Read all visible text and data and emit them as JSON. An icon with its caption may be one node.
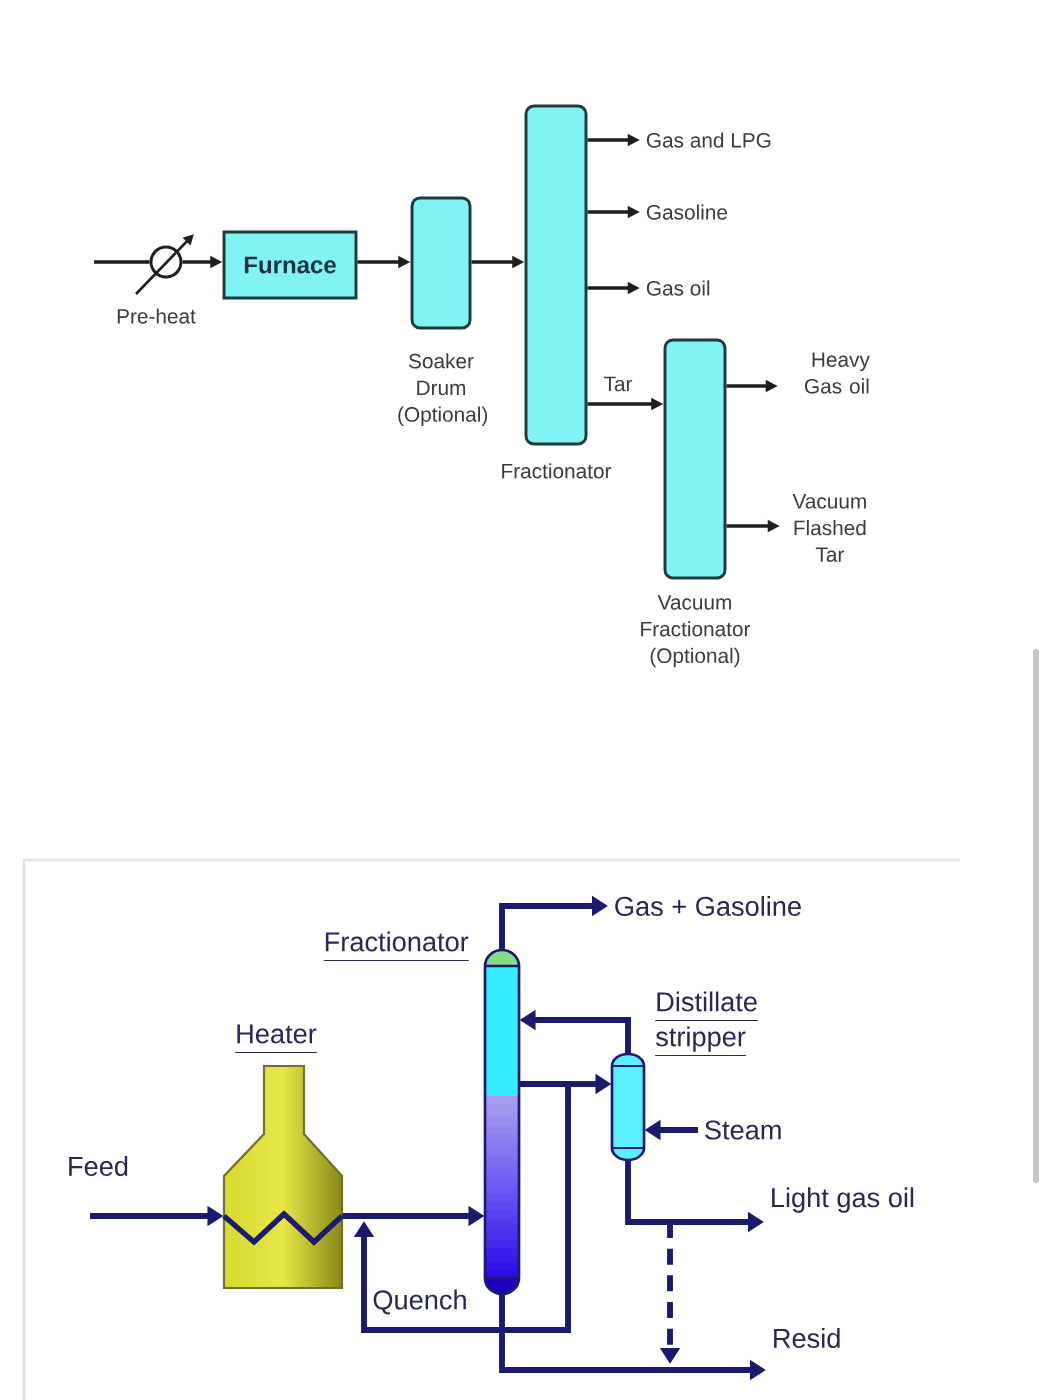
{
  "diagram": {
    "nodes": [
      {
        "text": [],
        "shape": "circle",
        "beside": [
          "Pre-heat"
        ]
      },
      {
        "text": [
          "Furnace"
        ]
      },
      {
        "text": [
          "Soaker Drum (Optional)"
        ]
      },
      {
        "text": [
          "Fractionator"
        ]
      },
      {
        "text": [
          "Gas and LPG"
        ]
      },
      {
        "text": [
          "Gasoline"
        ]
      },
      {
        "text": [
          "Gas oil"
        ]
      },
      {
        "text": [
          "Vacuum Fractionator (Optional)"
        ]
      },
      {
        "text": [
          "Heavy Gas oil"
        ]
      },
      {
        "text": [
          "Vacuum Flashed Tar"
        ]
      },
      {
        "text": [
          "Heater"
        ]
      },
      {
        "text": [
          "Fractionator"
        ]
      },
      {
        "text": [
          "Gas + Gasoline"
        ]
      },
      {
        "text": [
          "Distillate stripper"
        ]
      },
      {
        "text": [
          "Steam"
        ]
      },
      {
        "text": [
          "Light gas oil"
        ]
      },
      {
        "text": [
          "Resid"
        ]
      }
    ],
    "edges": [
      {
        "from": null,
        "to": 0,
        "arrow": "none"
      },
      {
        "from": 0,
        "to": 1,
        "arrow": "to"
      },
      {
        "from": 1,
        "to": 2,
        "arrow": "to"
      },
      {
        "from": 2,
        "to": 3,
        "arrow": "to"
      },
      {
        "from": 3,
        "to": 4,
        "arrow": "to"
      },
      {
        "from": 3,
        "to": 5,
        "arrow": "to"
      },
      {
        "from": 3,
        "to": 6,
        "arrow": "to"
      },
      {
        "from": 3,
        "to": 7,
        "arrow": "to",
        "label": "Tar"
      },
      {
        "from": 7,
        "to": 8,
        "arrow": "to"
      },
      {
        "from": 7,
        "to": 9,
        "arrow": "to"
      },
      {
        "from": null,
        "to": 10,
        "arrow": "to",
        "label": "Feed",
        "color": "#1a1a6e"
      },
      {
        "from": 10,
        "to": 11,
        "arrow": "to",
        "color": "#1a1a6e"
      },
      {
        "from": 11,
        "to": 12,
        "arrow": "to",
        "color": "#1a1a6e"
      },
      {
        "from": 11,
        "to": 13,
        "arrow": "to",
        "color": "#1a1a6e"
      },
      {
        "from": 13,
        "to": 11,
        "arrow": "to",
        "color": "#1a1a6e"
      },
      {
        "from": 14,
        "to": 13,
        "arrow": "to",
        "color": "#1a1a6e"
      },
      {
        "from": 13,
        "to": 15,
        "arrow": "to",
        "color": "#1a1a6e"
      },
      {
        "from": 11,
        "to": 16,
        "arrow": "to",
        "color": "#1a1a6e"
      },
      {
        "from": 11,
        "to": 11,
        "arrow": "to",
        "label": "Quench",
        "color": "#1a1a6e"
      },
      {
        "from": 13,
        "to": null,
        "arrow": "to",
        "style": "dashed",
        "color": "#1a1a6e"
      }
    ]
  }
}
